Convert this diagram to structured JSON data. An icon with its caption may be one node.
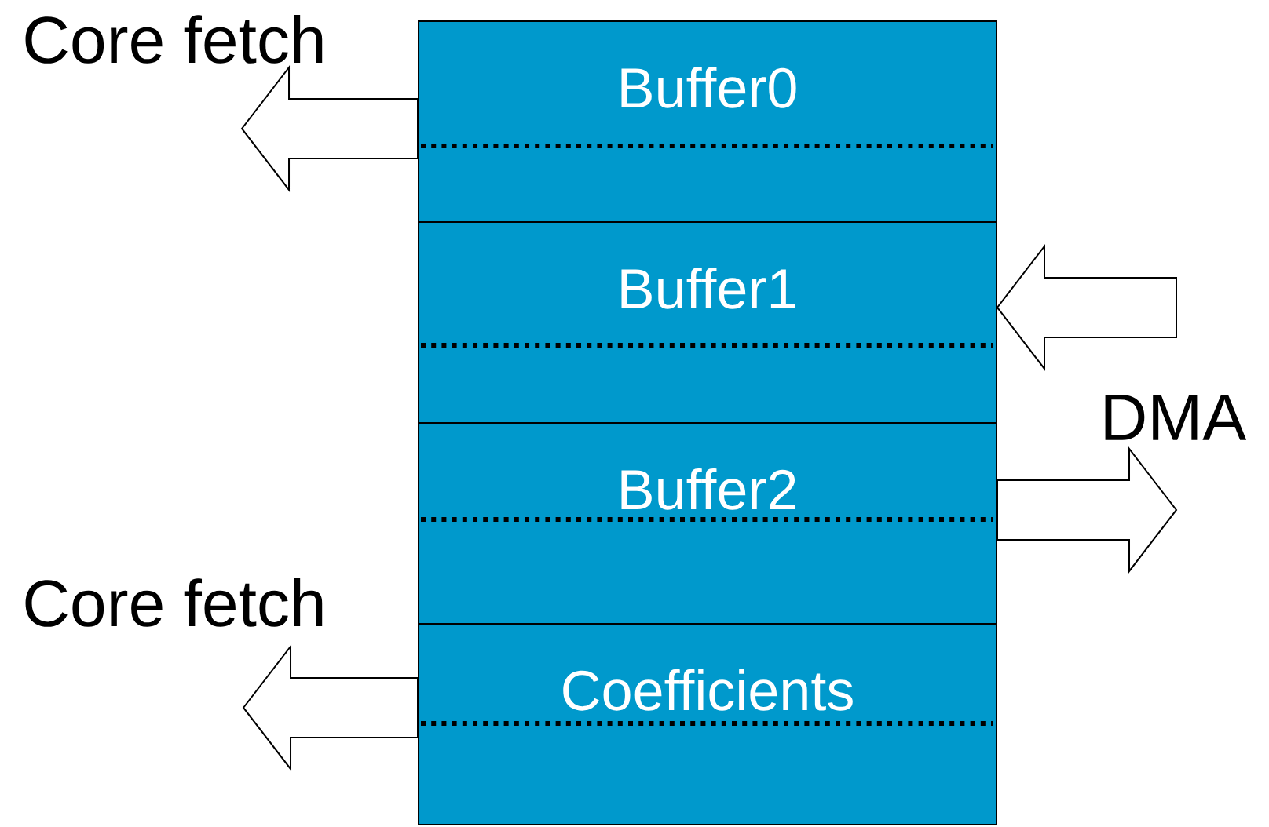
{
  "diagram": {
    "nodes": [
      {
        "text": [
          "Buffer0"
        ]
      },
      {
        "text": [
          "Buffer1"
        ]
      },
      {
        "text": [
          "Buffer2"
        ]
      },
      {
        "text": [
          "Coefficients"
        ]
      }
    ],
    "edges": [
      {
        "from": 0,
        "to": null,
        "arrow": "to",
        "label": "Core fetch"
      },
      {
        "from": null,
        "to": 1,
        "arrow": "to"
      },
      {
        "from": 2,
        "to": null,
        "arrow": "to"
      },
      {
        "from": 3,
        "to": null,
        "arrow": "to",
        "label": "Core fetch"
      }
    ],
    "labels": [
      "DMA"
    ]
  }
}
